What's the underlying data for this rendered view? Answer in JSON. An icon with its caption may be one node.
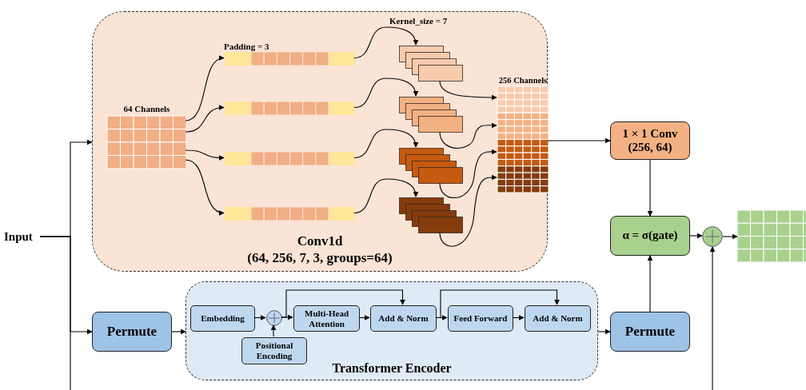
{
  "diagram": {
    "nodes": [
      {
        "text": [
          "Input"
        ]
      },
      {
        "text": [
          "Conv1d",
          "(64, 256, 7, 3, groups=64)"
        ]
      },
      {
        "text": [
          "64 Channels"
        ],
        "in": 1
      },
      {
        "text": [],
        "shape": "bar",
        "in": 1
      },
      {
        "text": [],
        "shape": "bar",
        "in": 1
      },
      {
        "text": [],
        "shape": "bar",
        "in": 1
      },
      {
        "text": [],
        "shape": "bar",
        "in": 1
      },
      {
        "text": [],
        "shape": "box",
        "in": 1
      },
      {
        "text": [],
        "shape": "box",
        "in": 1
      },
      {
        "text": [],
        "shape": "box",
        "in": 1
      },
      {
        "text": [],
        "shape": "box",
        "in": 1
      },
      {
        "text": [
          "256 Channels"
        ],
        "in": 1
      },
      {
        "text": [
          "1 × 1 Conv",
          "(256, 64)"
        ]
      },
      {
        "text": [
          "α = σ(gate)"
        ]
      },
      {
        "text": [],
        "shape": "circle"
      },
      {
        "text": [],
        "shape": "box"
      },
      {
        "text": [
          "Permute"
        ]
      },
      {
        "text": [
          "Transformer Encoder"
        ]
      },
      {
        "text": [
          "Embedding"
        ],
        "in": 17
      },
      {
        "text": [],
        "shape": "circle",
        "in": 17
      },
      {
        "text": [
          "Positional Encoding"
        ],
        "in": 17
      },
      {
        "text": [
          "Multi-Head Attention"
        ],
        "in": 17
      },
      {
        "text": [
          "Add & Norm"
        ],
        "in": 17
      },
      {
        "text": [
          "Feed Forward"
        ],
        "in": 17
      },
      {
        "text": [
          "Add & Norm"
        ],
        "in": 17
      },
      {
        "text": [
          "Permute"
        ]
      }
    ],
    "edges": [
      {
        "from": 0,
        "to": 1,
        "arrow": "to"
      },
      {
        "from": 0,
        "to": 16,
        "arrow": "to"
      },
      {
        "from": 0,
        "to": 14,
        "arrow": "to"
      },
      {
        "from": 2,
        "to": 3,
        "arrow": "to"
      },
      {
        "from": 2,
        "to": 4,
        "arrow": "to"
      },
      {
        "from": 2,
        "to": 5,
        "arrow": "to"
      },
      {
        "from": 2,
        "to": 6,
        "arrow": "to"
      },
      {
        "from": 3,
        "to": 7,
        "arrow": "to"
      },
      {
        "from": 4,
        "to": 8,
        "arrow": "to"
      },
      {
        "from": 5,
        "to": 9,
        "arrow": "to"
      },
      {
        "from": 6,
        "to": 10,
        "arrow": "to"
      },
      {
        "from": 7,
        "to": 11,
        "arrow": "to"
      },
      {
        "from": 8,
        "to": 11,
        "arrow": "to"
      },
      {
        "from": 9,
        "to": 11,
        "arrow": "to"
      },
      {
        "from": 10,
        "to": 11,
        "arrow": "to"
      },
      {
        "from": 1,
        "to": 12,
        "arrow": "to"
      },
      {
        "from": 12,
        "to": 13,
        "arrow": "to"
      },
      {
        "from": 13,
        "to": 14,
        "arrow": "to"
      },
      {
        "from": 14,
        "to": 15,
        "arrow": "to"
      },
      {
        "from": 16,
        "to": 17,
        "arrow": "to"
      },
      {
        "from": 18,
        "to": 19,
        "arrow": "to"
      },
      {
        "from": 20,
        "to": 19,
        "arrow": "to"
      },
      {
        "from": 19,
        "to": 21,
        "arrow": "to"
      },
      {
        "from": 21,
        "to": 22,
        "arrow": "to"
      },
      {
        "from": 22,
        "to": 23,
        "arrow": "to"
      },
      {
        "from": 23,
        "to": 24,
        "arrow": "to"
      },
      {
        "from": 19,
        "to": 22,
        "arrow": "to"
      },
      {
        "from": 22,
        "to": 24,
        "arrow": "to"
      },
      {
        "from": 17,
        "to": 25,
        "arrow": "to"
      },
      {
        "from": 25,
        "to": 13,
        "arrow": "to"
      }
    ],
    "labels": [
      "Padding = 3",
      "Kernel_size = 7"
    ]
  }
}
